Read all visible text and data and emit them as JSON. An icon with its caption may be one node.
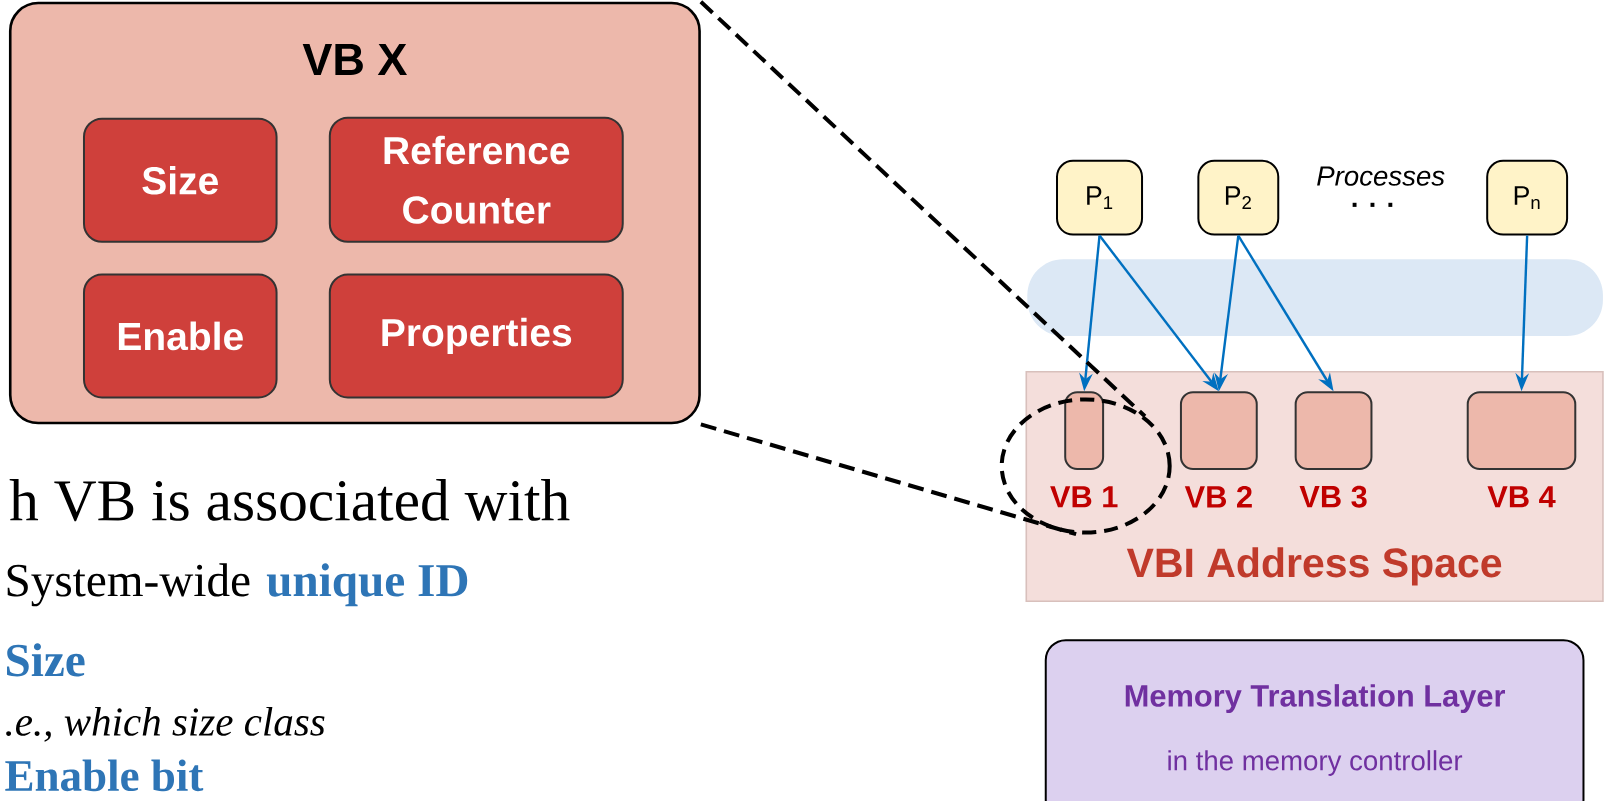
{
  "diagram": {
    "nodes": [
      {
        "text": [
          "VB X"
        ]
      },
      {
        "text": [
          "Size"
        ],
        "in": 0
      },
      {
        "text": [
          "Reference Counter"
        ],
        "in": 0
      },
      {
        "text": [
          "Enable"
        ],
        "in": 0
      },
      {
        "text": [
          "Properties"
        ],
        "in": 0
      },
      {
        "text": [
          "P$_{1}$"
        ]
      },
      {
        "text": [
          "P$_{2}$"
        ]
      },
      {
        "text": [
          "P$_{n}$"
        ]
      },
      {
        "text": [
          "VBI Address Space"
        ]
      },
      {
        "text": [],
        "shape": "box",
        "in": 8,
        "beside": [
          "VB 1"
        ]
      },
      {
        "text": [],
        "shape": "box",
        "in": 8,
        "beside": [
          "VB 2"
        ]
      },
      {
        "text": [],
        "shape": "box",
        "in": 8,
        "beside": [
          "VB 3"
        ]
      },
      {
        "text": [],
        "shape": "box",
        "in": 8,
        "beside": [
          "VB 4"
        ]
      },
      {
        "text": [],
        "shape": "circle"
      },
      {
        "text": [
          "Memory Translation Layer",
          "in the memory controller"
        ]
      }
    ],
    "edges": [
      {
        "from": 5,
        "to": 9,
        "arrow": "to",
        "color": "#0070c0"
      },
      {
        "from": 5,
        "to": 10,
        "arrow": "to",
        "color": "#0070c0"
      },
      {
        "from": 6,
        "to": 10,
        "arrow": "to",
        "color": "#0070c0"
      },
      {
        "from": 6,
        "to": 11,
        "arrow": "to",
        "color": "#0070c0"
      },
      {
        "from": 7,
        "to": 12,
        "arrow": "to",
        "color": "#0070c0"
      },
      {
        "from": 0,
        "to": 13,
        "arrow": "none",
        "style": "dashed",
        "color": "#000000"
      },
      {
        "from": 0,
        "to": 13,
        "arrow": "none",
        "style": "dashed",
        "color": "#000000"
      }
    ],
    "labels": [
      "Processes",
      ". . .",
      "h VB is associated with",
      "System-wide",
      "unique ID",
      "Size",
      ".e., which size class",
      "Enable bit"
    ]
  }
}
